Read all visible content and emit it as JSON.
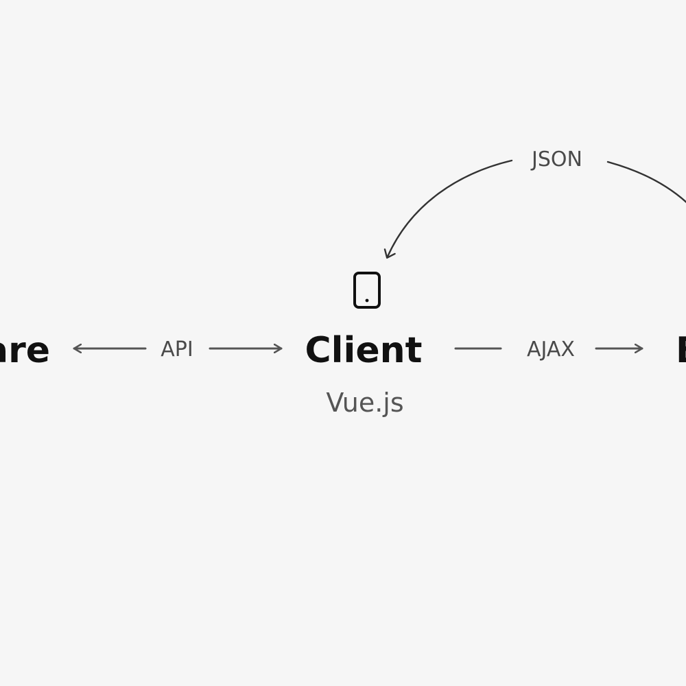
{
  "diagram": {
    "nodes": {
      "left": {
        "label": "are"
      },
      "center": {
        "label": "Client",
        "sublabel": "Vue.js",
        "icon": "mobile-device-icon"
      },
      "right": {
        "label": "B"
      }
    },
    "edges": {
      "api": {
        "label": "API"
      },
      "ajax": {
        "label": "AJAX"
      },
      "json": {
        "label": "JSON"
      }
    }
  },
  "colors": {
    "background": "#f6f6f6",
    "text": "#111111",
    "muted_text": "#555555",
    "line": "#555555"
  }
}
